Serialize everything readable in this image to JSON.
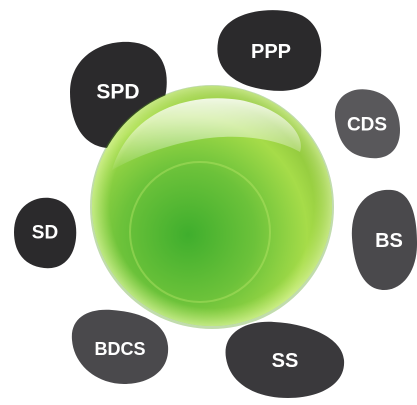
{
  "diagram": {
    "center": {
      "label": "",
      "colors": {
        "highlight": "#e8f7a6",
        "light": "#b5e04a",
        "mid": "#7cc62f",
        "dark": "#4c9a14",
        "edge": "#3d7d10"
      }
    },
    "nodes": [
      {
        "id": "ppp",
        "label": "PPP",
        "color": "#2b2a2c"
      },
      {
        "id": "spd",
        "label": "SPD",
        "color": "#2b2a2c"
      },
      {
        "id": "cds",
        "label": "CDS",
        "color": "#59585b"
      },
      {
        "id": "sd",
        "label": "SD",
        "color": "#2b2a2c"
      },
      {
        "id": "bs",
        "label": "BS",
        "color": "#4a494c"
      },
      {
        "id": "bdcs",
        "label": "BDCS",
        "color": "#4a494c"
      },
      {
        "id": "ss",
        "label": "SS",
        "color": "#3a393c"
      }
    ]
  }
}
